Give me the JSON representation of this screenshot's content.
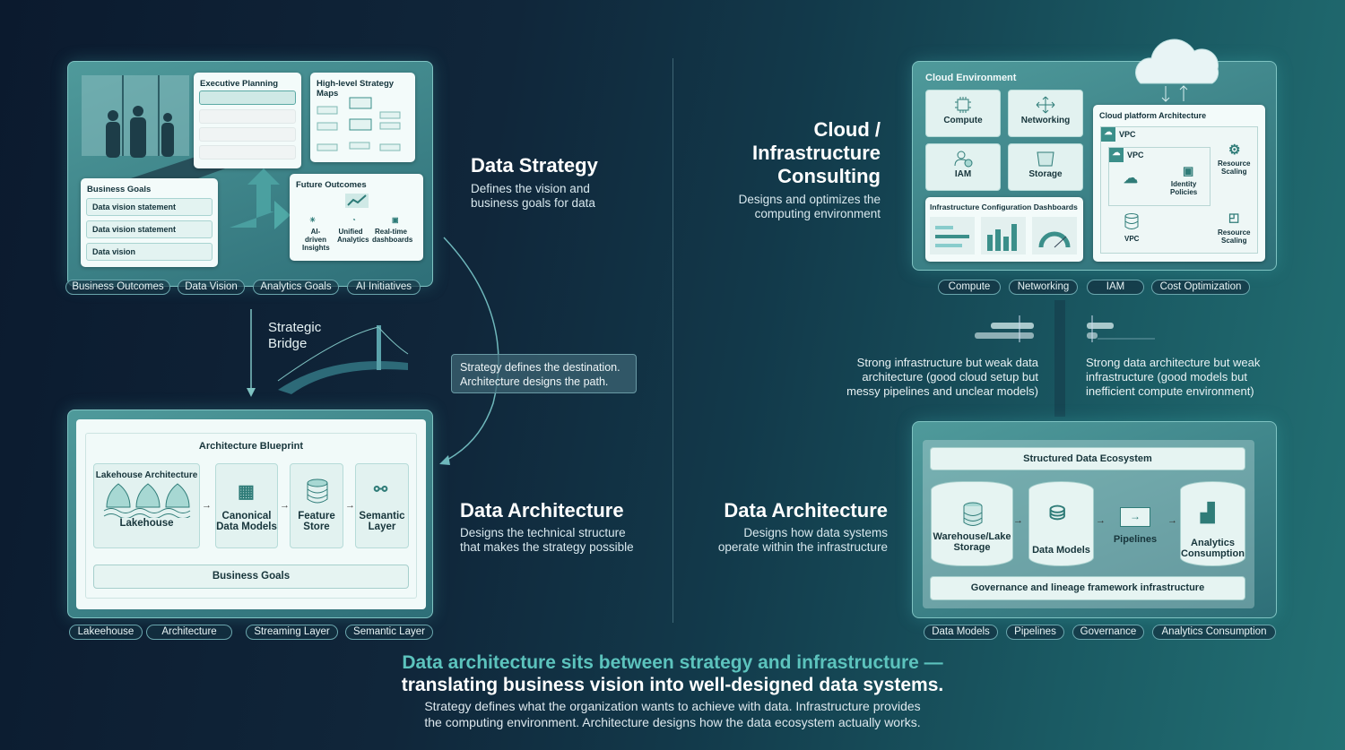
{
  "strategy_panel": {
    "executive_planning": "Executive Planning",
    "strategy_maps": "High-level Strategy Maps",
    "business_goals": {
      "title": "Business Goals",
      "items": [
        "Data vision statement",
        "Data vision statement",
        "Data vision"
      ]
    },
    "future_outcomes": {
      "title": "Future Outcomes",
      "items": [
        "AI-driven Insights",
        "Unified Analytics",
        "Real-time dashboards"
      ]
    },
    "pills": [
      "Business Outcomes",
      "Data Vision",
      "Analytics Goals",
      "AI Initiatives"
    ]
  },
  "data_strategy": {
    "title": "Data Strategy",
    "desc": [
      "Defines the vision and",
      "business goals for data"
    ]
  },
  "bridge": {
    "label": [
      "Strategic",
      "Bridge"
    ]
  },
  "callout": [
    "Strategy defines the destination.",
    "Architecture designs the path."
  ],
  "blueprint_panel": {
    "title": "Architecture Blueprint",
    "lakehouse_title": "Lakehouse Architecture",
    "lakehouse": "Lakehouse",
    "tiles": [
      [
        "Canonical",
        "Data Models"
      ],
      [
        "Feature",
        "Store"
      ],
      [
        "Semantic",
        "Layer"
      ]
    ],
    "business_goals": "Business Goals",
    "pills": [
      "Lakeehouse",
      "Architecture",
      "Streaming Layer",
      "Semantic Layer"
    ]
  },
  "data_architecture_left": {
    "title": "Data Architecture",
    "desc": [
      "Designs the technical structure",
      "that makes the strategy possible"
    ]
  },
  "cloud_consulting": {
    "title": [
      "Cloud /",
      "Infrastructure",
      "Consulting"
    ],
    "desc": [
      "Designs and optimizes the",
      "computing environment"
    ]
  },
  "cloud_panel": {
    "title": "Cloud Environment",
    "tiles": [
      "Compute",
      "Networking",
      "IAM",
      "Storage"
    ],
    "dashboards": "Infrastructure Configuration Dashboards",
    "platform": {
      "title": "Cloud platform Architecture",
      "vpc_outer": "VPC",
      "vpc_inner": "VPC",
      "identity": [
        "Identity",
        "Policies"
      ],
      "scaling1": [
        "Resource",
        "Scaling"
      ],
      "vpc_db": "VPC",
      "scaling2": [
        "Resource",
        "Scaling"
      ]
    },
    "pills": [
      "Compute",
      "Networking",
      "IAM",
      "Cost Optimization"
    ]
  },
  "tradeoffs": {
    "left": [
      "Strong infrastructure but weak data",
      "architecture (good cloud setup but",
      "messy pipelines and unclear models)"
    ],
    "right": [
      "Strong data architecture but weak",
      "infrastructure (good models but",
      "inefficient compute environment)"
    ]
  },
  "data_architecture_right": {
    "title": "Data Architecture",
    "desc": [
      "Designs how data systems",
      "operate within the infrastructure"
    ]
  },
  "ecosystem_panel": {
    "title": "Structured Data Ecosystem",
    "nodes": [
      [
        "Warehouse/Lake",
        "Storage"
      ],
      [
        "Data Models"
      ],
      [
        "Pipelines"
      ],
      [
        "Analytics",
        "Consumption"
      ]
    ],
    "governance": "Governance and lineage framework infrastructure",
    "pills": [
      "Data Models",
      "Pipelines",
      "Governance",
      "Analytics Consumption"
    ]
  },
  "footer": {
    "headline_accent": "Data architecture sits between strategy and infrastructure —",
    "headline": "translating business vision into well-designed data systems.",
    "body": [
      "Strategy defines what the organization wants to achieve with data. Infrastructure provides",
      "the computing environment. Architecture designs how the data ecosystem actually works."
    ]
  },
  "colors": {
    "accent": "#5cc3bd",
    "panel": "#3f8a8c",
    "card": "#f3fbfa"
  }
}
